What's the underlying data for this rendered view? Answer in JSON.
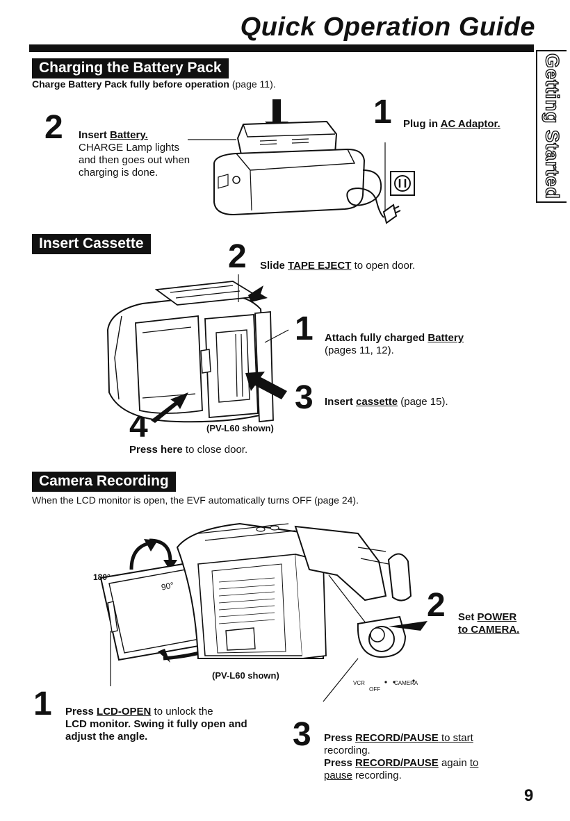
{
  "page": {
    "title": "Quick Operation Guide",
    "side_tab": "Getting Started",
    "page_number": "9"
  },
  "battery": {
    "heading": "Charging the Battery Pack",
    "note_bold": "Charge Battery Pack fully before operation",
    "note_ref": " (page 11).",
    "step2": {
      "num": "2",
      "prefix": "Insert ",
      "link": "Battery.",
      "text": "CHARGE Lamp lights and then goes out when charging is done."
    },
    "step1": {
      "num": "1",
      "prefix": "Plug in ",
      "link": "AC Adaptor."
    }
  },
  "cassette": {
    "heading": "Insert Cassette",
    "step2": {
      "num": "2",
      "prefix": "Slide ",
      "link": "TAPE EJECT",
      "suffix": " to open door."
    },
    "step1": {
      "num": "1",
      "prefix": "Attach fully charged ",
      "link": "Battery",
      "ref": "(pages 11, 12)."
    },
    "step3": {
      "num": "3",
      "prefix": "Insert ",
      "link": "cassette",
      "suffix": " (page 15)."
    },
    "step4": {
      "num": "4",
      "caption": "(PV-L60 shown)",
      "prefix": "Press here",
      "suffix": " to close door."
    }
  },
  "camera": {
    "heading": "Camera Recording",
    "note": "When the LCD monitor is open, the EVF automatically turns OFF (page 24).",
    "angle_180": "180°",
    "angle_90": "90°",
    "caption": "(PV-L60 shown)",
    "dial": {
      "vcr": "VCR",
      "off": "OFF",
      "camera": "CAMERA"
    },
    "step2": {
      "num": "2",
      "prefix": "Set ",
      "link1": "POWER",
      "link2": "to CAMERA."
    },
    "step1": {
      "num": "1",
      "prefix": "Press ",
      "link": "LCD-OPEN",
      "suffix": " to unlock the",
      "text": "LCD monitor. Swing it fully open and adjust the angle."
    },
    "step3": {
      "num": "3",
      "line1_prefix": "Press ",
      "line1_link": "RECORD/PAUSE",
      "line1_suffix": " to start",
      "line1_end": "recording.",
      "line2_prefix": "Press ",
      "line2_link": "RECORD/PAUSE",
      "line2_mid": " again ",
      "line2_to": "to",
      "line2_pause": "pause",
      "line2_end": " recording."
    }
  }
}
